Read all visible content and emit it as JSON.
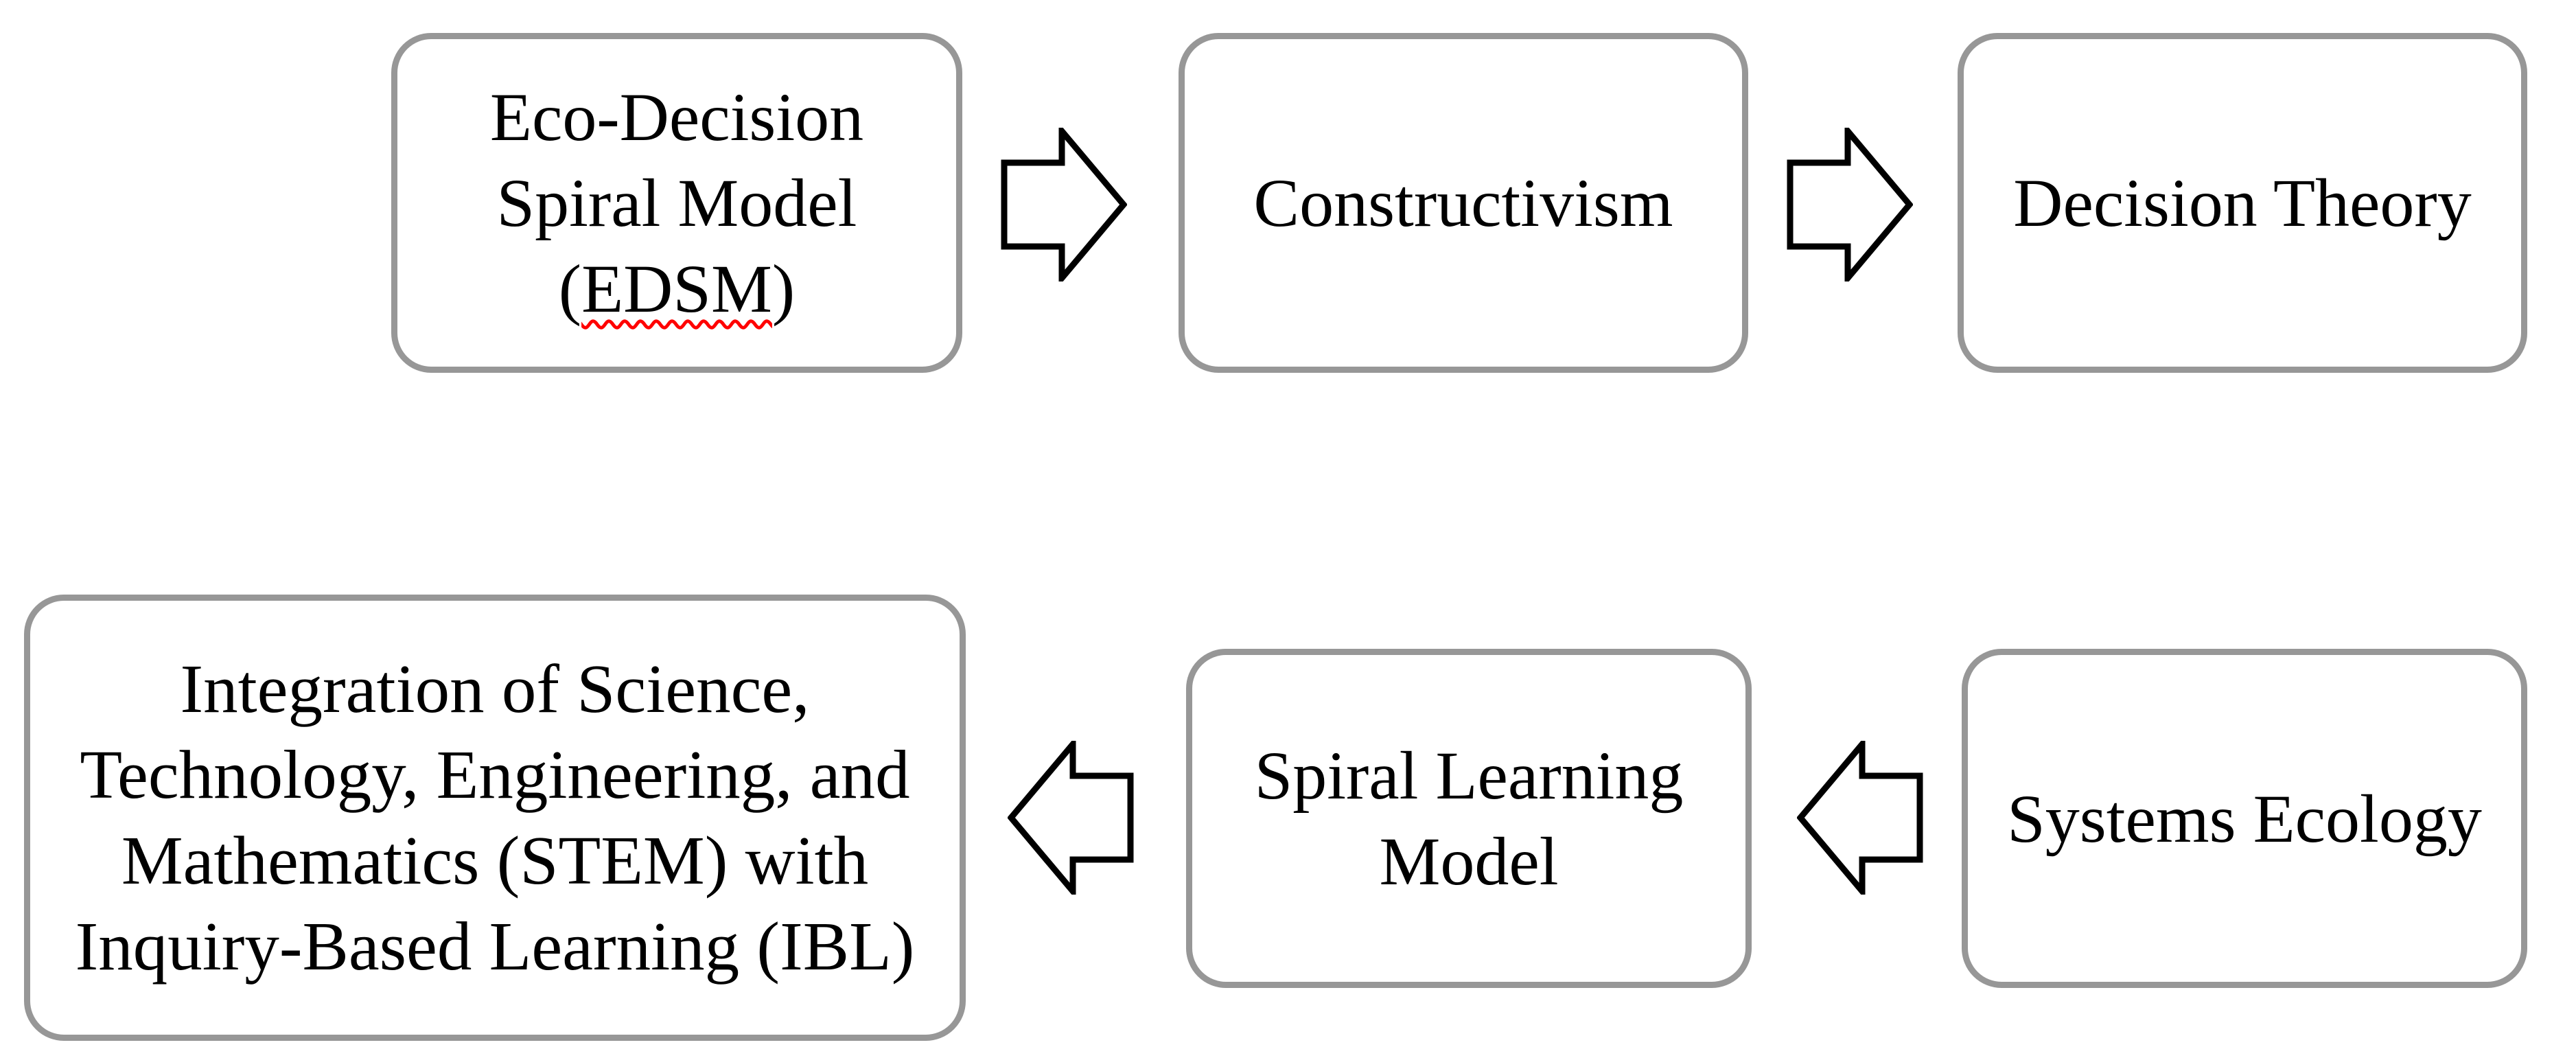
{
  "diagram": {
    "background_color": "#ffffff",
    "box_border_color": "#979797",
    "arrow_outline_color": "#000000",
    "text_color": "#000000",
    "spellcheck_underline_color": "#ff0000",
    "boxes": {
      "edsm": {
        "line1": "Eco-Decision",
        "line2": "Spiral Model",
        "abbr_open": "(",
        "abbr": "EDSM",
        "abbr_close": ")"
      },
      "constructivism": {
        "label": "Constructivism"
      },
      "decision_theory": {
        "label": "Decision Theory"
      },
      "stem_ibl": {
        "line1": "Integration of Science,",
        "line2": "Technology, Engineering, and",
        "line3": "Mathematics (STEM) with",
        "line4": "Inquiry-Based Learning (IBL)"
      },
      "spiral_learning": {
        "line1": "Spiral Learning",
        "line2": "Model"
      },
      "systems_ecology": {
        "label": "Systems Ecology"
      }
    },
    "arrows": [
      {
        "id": "edsm-to-constructivism",
        "direction": "right",
        "from": "Eco-Decision Spiral Model (EDSM)",
        "to": "Constructivism"
      },
      {
        "id": "constructivism-to-decision-theory",
        "direction": "right",
        "from": "Constructivism",
        "to": "Decision Theory"
      },
      {
        "id": "spiral-learning-to-stem-ibl",
        "direction": "left",
        "from": "Spiral Learning Model",
        "to": "Integration of Science, Technology, Engineering, and Mathematics (STEM) with Inquiry-Based Learning (IBL)"
      },
      {
        "id": "systems-ecology-to-spiral-learning",
        "direction": "left",
        "from": "Systems Ecology",
        "to": "Spiral Learning Model"
      }
    ]
  }
}
